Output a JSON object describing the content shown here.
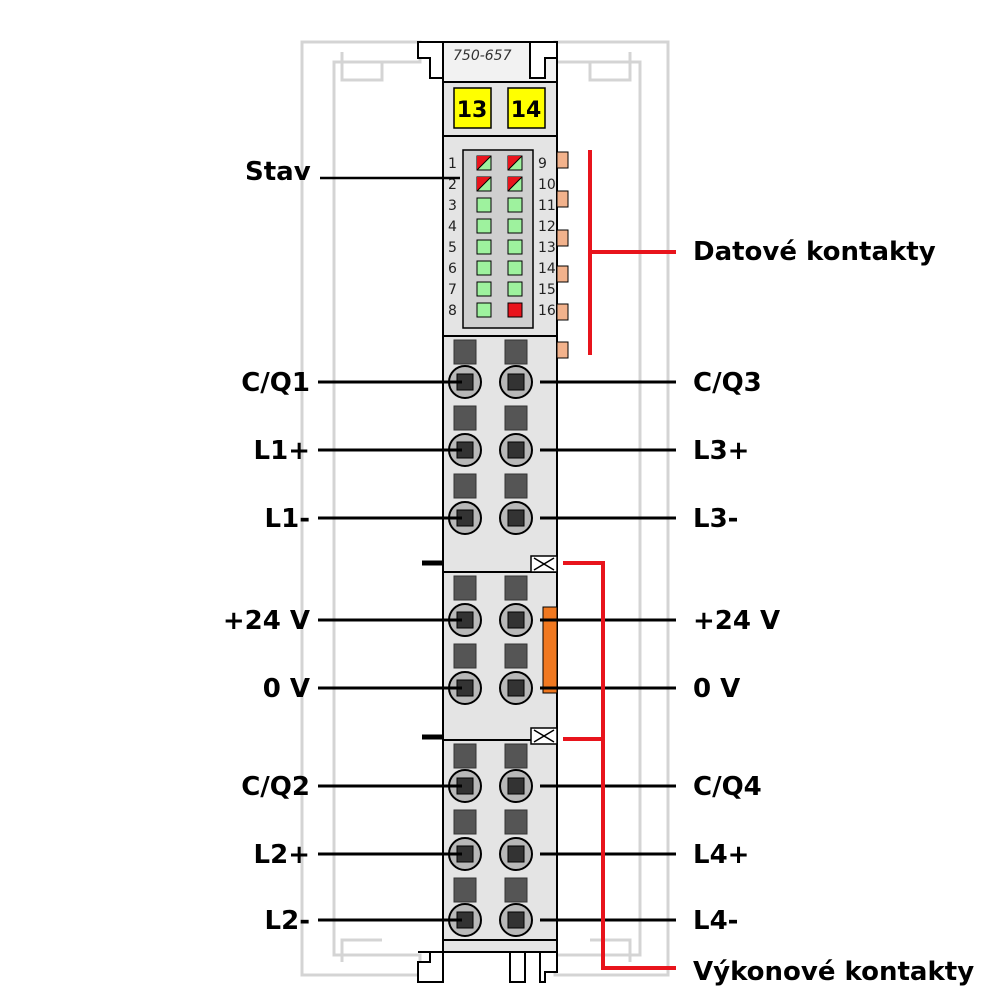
{
  "module": {
    "part_number": "750-657",
    "terminals": [
      "13",
      "14"
    ]
  },
  "callouts": {
    "status": "Stav",
    "data_contacts": "Datové kontakty",
    "power_contacts": "Výkonové kontakty"
  },
  "leds": {
    "left_numbers": [
      "1",
      "2",
      "3",
      "4",
      "5",
      "6",
      "7",
      "8"
    ],
    "right_numbers": [
      "9",
      "10",
      "11",
      "12",
      "13",
      "14",
      "15",
      "16"
    ],
    "left_states": [
      "red-green",
      "red-green",
      "green",
      "green",
      "green",
      "green",
      "green",
      "green"
    ],
    "right_states": [
      "red-green",
      "red-green",
      "green",
      "green",
      "green",
      "green",
      "green",
      "red"
    ]
  },
  "connections": {
    "left": [
      "C/Q1",
      "L1+",
      "L1-",
      "+24 V",
      "0 V",
      "C/Q2",
      "L2+",
      "L2-"
    ],
    "right": [
      "C/Q3",
      "L3+",
      "L3-",
      "+24 V",
      "0 V",
      "C/Q4",
      "L4+",
      "L4-"
    ]
  },
  "colors": {
    "housing": "#e4e4e4",
    "rail_outline": "#d0d0d0",
    "terminal_marker": "#ffff00",
    "led_green": "#9ef29e",
    "led_red": "#e8141c",
    "data_contact": "#f2b28c",
    "power_jumper": "#f07820",
    "bracket": "#e8141c"
  }
}
